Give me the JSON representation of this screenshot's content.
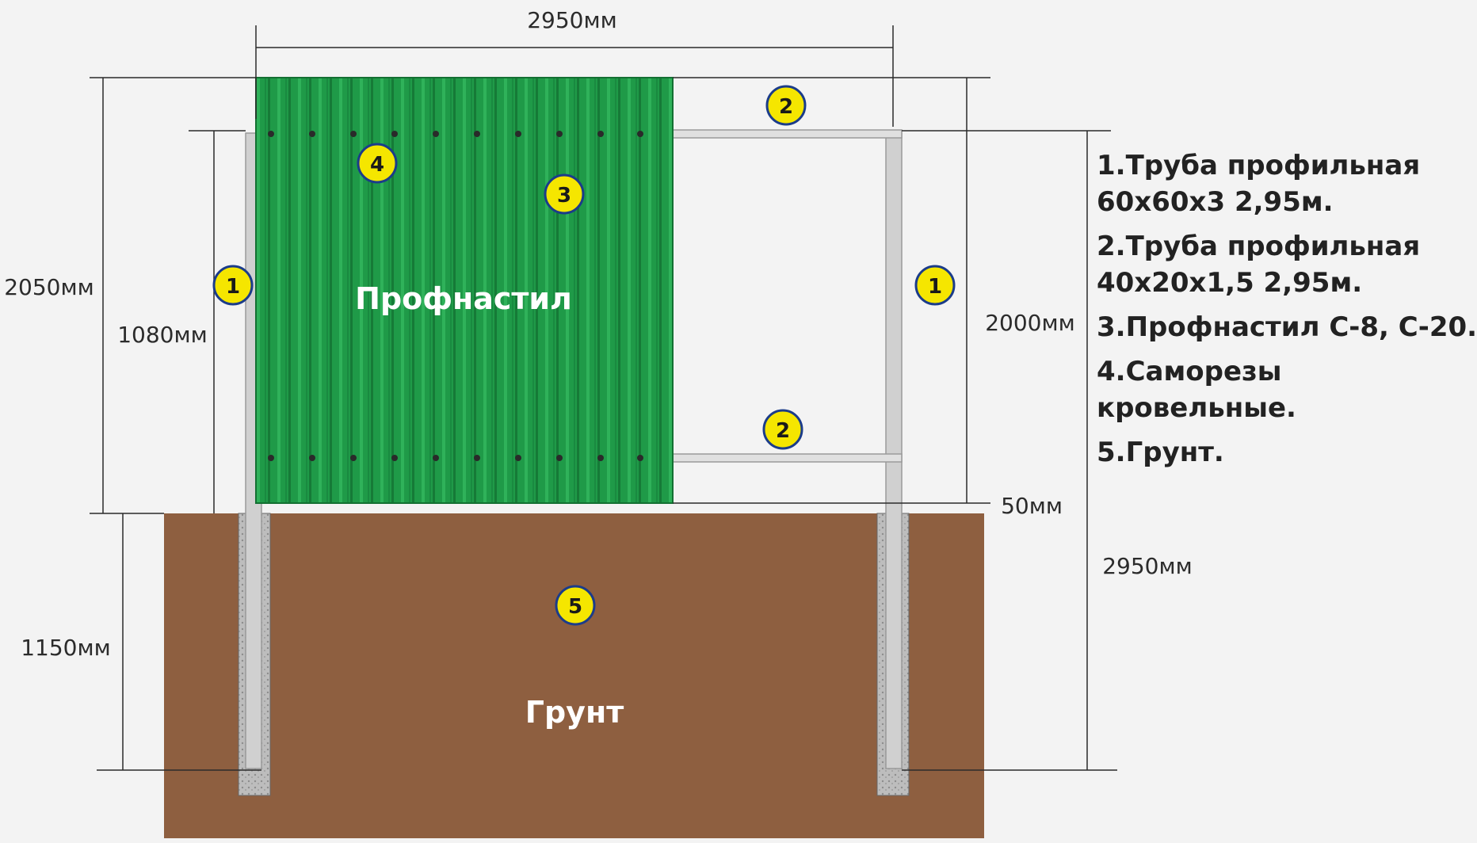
{
  "colors": {
    "background": "#f3f3f3",
    "sheet_green": "#1f9a48",
    "ground_brown": "#8e5f40",
    "pipe_gray": "#d0d0d0",
    "badge_yellow": "#f5e600",
    "badge_border": "#1b3c8a"
  },
  "labels": {
    "sheet": "Профнастил",
    "ground": "Грунт"
  },
  "dimensions": {
    "top_width": "2950мм",
    "left_total_height": "2050мм",
    "left_post_height": "1080мм",
    "underground_depth": "1150мм",
    "right_post_height": "2000мм",
    "gap": "50мм",
    "right_total": "2950мм"
  },
  "badges": {
    "post_left": "1",
    "post_right": "1",
    "rail_top": "2",
    "rail_bottom": "2",
    "sheet": "3",
    "screws": "4",
    "ground": "5"
  },
  "legend": [
    {
      "line1": "1.Труба профильная",
      "line2": "60x60x3 2,95м."
    },
    {
      "line1": "2.Труба профильная",
      "line2": "40x20x1,5 2,95м."
    },
    {
      "line1": "3.Профнастил С-8, С-20.",
      "line2": ""
    },
    {
      "line1": "4.Саморезы",
      "line2": "кровельные."
    },
    {
      "line1": "5.Грунт.",
      "line2": ""
    }
  ]
}
